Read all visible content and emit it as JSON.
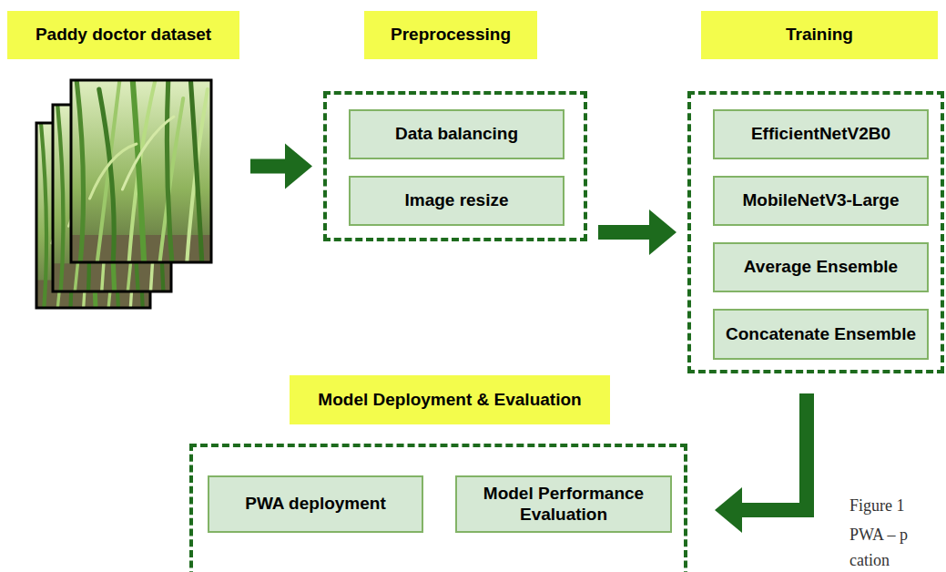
{
  "diagram": {
    "nodes": [
      {
        "text": [
          "Paddy doctor dataset"
        ]
      },
      {
        "text": [
          "Preprocessing"
        ]
      },
      {
        "text": [
          "Data balancing"
        ],
        "in": 1
      },
      {
        "text": [
          "Image resize"
        ],
        "in": 1
      },
      {
        "text": [
          "Training"
        ]
      },
      {
        "text": [
          "EfficientNetV2B0"
        ],
        "in": 4
      },
      {
        "text": [
          "MobileNetV3-Large"
        ],
        "in": 4
      },
      {
        "text": [
          "Average Ensemble"
        ],
        "in": 4
      },
      {
        "text": [
          "Concatenate Ensemble"
        ],
        "in": 4
      },
      {
        "text": [
          "Model Deployment & Evaluation"
        ]
      },
      {
        "text": [
          "PWA deployment"
        ],
        "in": 9
      },
      {
        "text": [
          "Model Performance Evaluation"
        ],
        "in": 9
      }
    ],
    "edges": [
      {
        "from": 0,
        "to": 1,
        "arrow": "to"
      },
      {
        "from": 1,
        "to": 4,
        "arrow": "to"
      },
      {
        "from": 4,
        "to": 9,
        "arrow": "to"
      }
    ],
    "labels": [
      "Figure 1",
      "PWA – p",
      "cation"
    ]
  }
}
